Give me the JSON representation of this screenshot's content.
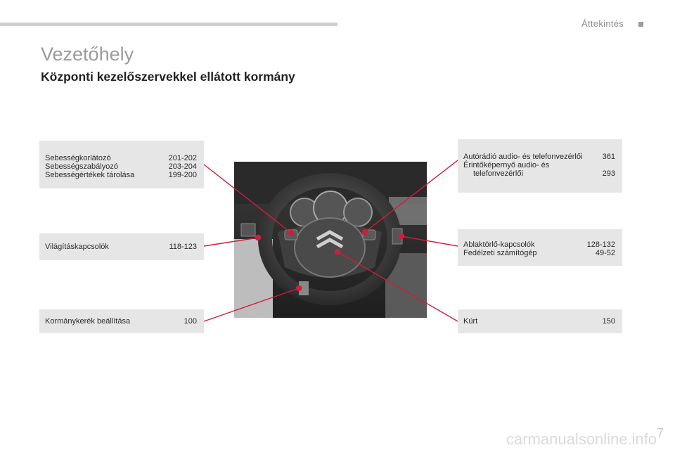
{
  "header": {
    "section_name": "Áttekintés",
    "page_title": "Vezetőhely",
    "page_subtitle": "Központi kezelőszervekkel ellátott kormány"
  },
  "callouts_left": {
    "speed": [
      {
        "label": "Sebességkorlátozó",
        "pages": "201-202"
      },
      {
        "label": "Sebességszabályozó",
        "pages": "203-204"
      },
      {
        "label": "Sebességértékek tárolása",
        "pages": "199-200"
      }
    ],
    "lights": [
      {
        "label": "Világításkapcsolók",
        "pages": "118-123"
      }
    ],
    "wheel": [
      {
        "label": "Kormánykerék beállítása",
        "pages": "100"
      }
    ]
  },
  "callouts_right": {
    "audio": [
      {
        "label": "Autórádió audio- és telefonvezérlői",
        "pages": "361"
      },
      {
        "label": "Érintőképernyő audio- és",
        "pages": ""
      },
      {
        "label": "telefonvezérlői",
        "pages": "293"
      }
    ],
    "wipers": [
      {
        "label": "Ablaktörlő-kapcsolók",
        "pages": "128-132"
      },
      {
        "label": "Fedélzeti számítógép",
        "pages": "49-52"
      }
    ],
    "horn": [
      {
        "label": "Kürt",
        "pages": "150"
      }
    ]
  },
  "footer": {
    "page_number": "7",
    "watermark": "carmanualsonline.info"
  },
  "colors": {
    "callout_line": "#d01c3c",
    "box_background": "#e6e6e6",
    "title_gray": "#9b9b9b"
  }
}
